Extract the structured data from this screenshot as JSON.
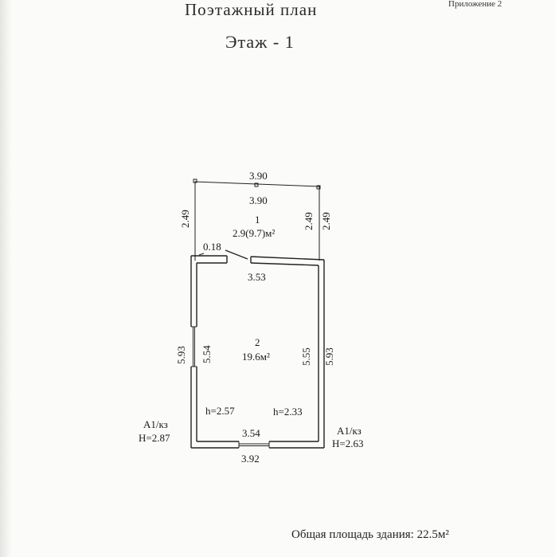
{
  "header": {
    "appendix": "Приложение 2",
    "title": "Поэтажный план",
    "floor": "Этаж  - 1"
  },
  "plan": {
    "porch": {
      "width_outer": "3.90",
      "width_inner": "3.90",
      "depth_left": "2.49",
      "depth_inner": "2.49",
      "depth_right": "2.49",
      "number": "1",
      "area": "2.9(9.7)м²",
      "door_offset": "0.18"
    },
    "room": {
      "top_inner": "3.53",
      "number": "2",
      "area": "19.6м²",
      "left_outer": "5.93",
      "left_inner": "5.54",
      "right_inner": "5.55",
      "right_outer": "5.93",
      "height_left": "h=2.57",
      "height_right": "h=2.33",
      "bottom_inner": "3.54",
      "bottom_outer": "3.92"
    },
    "marks": {
      "left_class": "A1/кз",
      "left_height": "H=2.87",
      "right_class": "A1/кз",
      "right_height": "H=2.63"
    }
  },
  "footer": {
    "total_area": "Общая площадь здания: 22.5м²"
  }
}
